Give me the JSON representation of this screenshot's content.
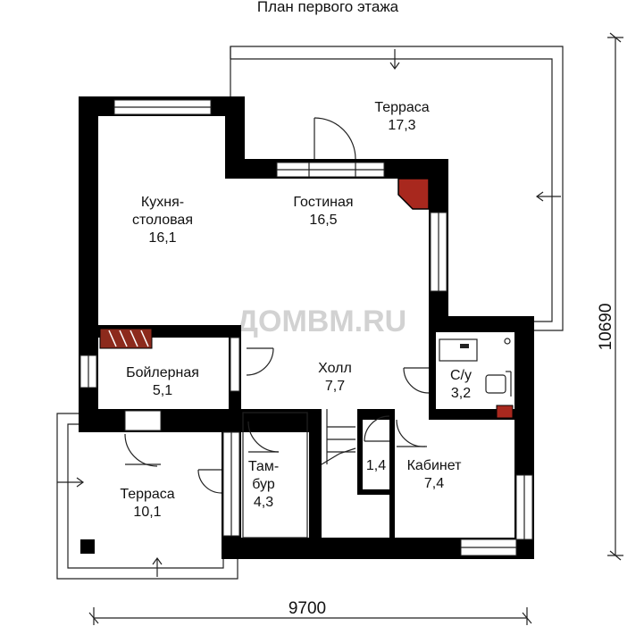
{
  "title": "План первого этажа",
  "watermark": "ДОМВМ.RU",
  "dimensions": {
    "width": "9700",
    "height": "10690"
  },
  "rooms": {
    "terrace_top": {
      "name": "Терраса",
      "area": "17,3"
    },
    "kitchen": {
      "name_line1": "Кухня-",
      "name_line2": "столовая",
      "area": "16,1"
    },
    "living": {
      "name": "Гостиная",
      "area": "16,5"
    },
    "boiler": {
      "name": "Бойлерная",
      "area": "5,1"
    },
    "hall": {
      "name": "Холл",
      "area": "7,7"
    },
    "bathroom": {
      "name": "С/у",
      "area": "3,2"
    },
    "terrace_left": {
      "name": "Терраса",
      "area": "10,1"
    },
    "vestibule": {
      "name_line1": "Там-",
      "name_line2": "бур",
      "area": "4,3"
    },
    "storage": {
      "area": "1,4"
    },
    "office": {
      "name": "Кабинет",
      "area": "7,4"
    }
  }
}
